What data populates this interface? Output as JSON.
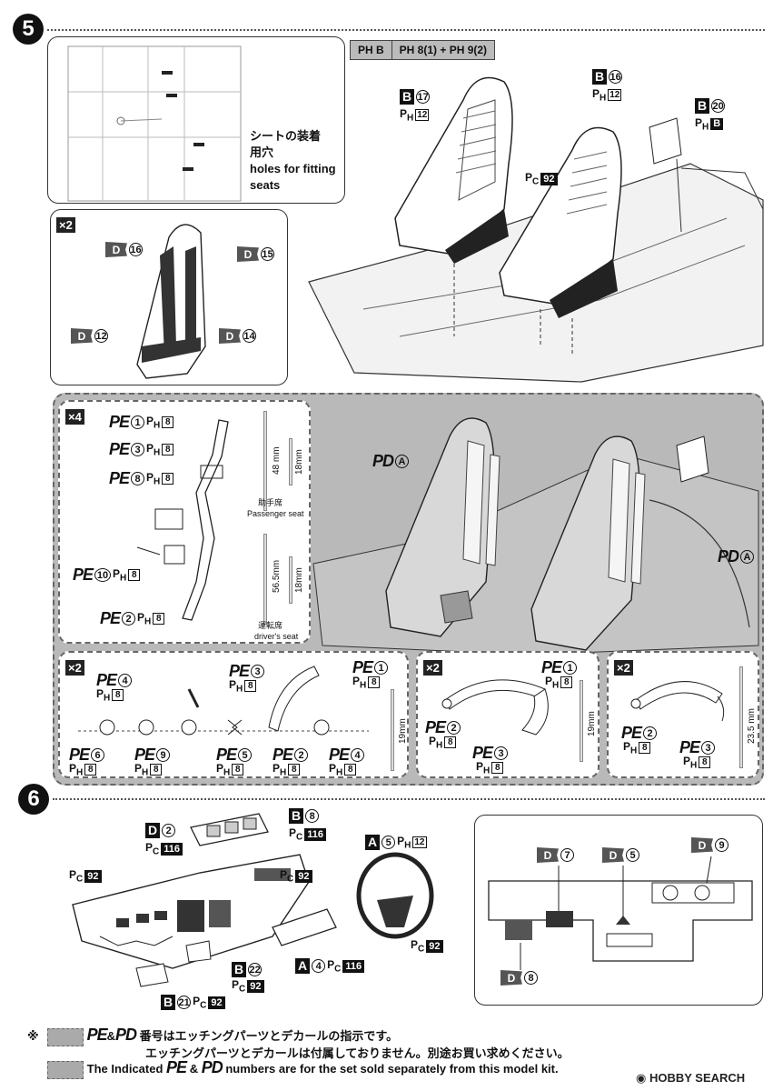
{
  "steps": {
    "s5": "5",
    "s6": "6"
  },
  "legend_top": {
    "left": "PH B",
    "right": "PH 8(1) + PH 9(2)"
  },
  "holes_note": {
    "jp1": "シートの装着",
    "jp2": "用穴",
    "en1": "holes for fitting",
    "en2": "seats"
  },
  "multipliers": {
    "x2": "×2",
    "x4": "×4"
  },
  "seat_parts": {
    "b17": "B",
    "b17n": "17",
    "b17ph": "12",
    "b16": "B",
    "b16n": "16",
    "b16ph": "12",
    "b20": "B",
    "b20n": "20",
    "b20ph": "B",
    "pc92": "92"
  },
  "harness_decals": {
    "d16": "16",
    "d15": "15",
    "d12": "12",
    "d14": "14"
  },
  "pe_parts": {
    "pe1": "1",
    "pe3": "3",
    "pe8": "8",
    "pe10": "10",
    "pe2": "2",
    "ph8": "8",
    "pe4": "4",
    "pe6": "6",
    "pe9": "9",
    "pe5": "5"
  },
  "measures": {
    "m48": "48 mm",
    "m18a": "18mm",
    "m565": "56.5mm",
    "m18b": "18mm",
    "m19a": "19mm",
    "m19b": "19mm",
    "m235": "23.5 mm"
  },
  "seat_labels": {
    "passenger_jp": "助手席",
    "passenger_en": "Passenger seat",
    "driver_jp": "運転席",
    "driver_en": "driver's seat"
  },
  "pd": {
    "pd_a1": "A",
    "pd_a2": "A"
  },
  "step6": {
    "d2": "2",
    "d2pc": "116",
    "b8": "8",
    "b8pc": "116",
    "a5": "5",
    "a5ph": "12",
    "pc92a": "92",
    "pc92b": "92",
    "pc92c": "92",
    "a4": "4",
    "a4pc": "116",
    "b22": "22",
    "b22pc": "92",
    "b21": "21",
    "b21pc": "92",
    "d7": "7",
    "d5": "5",
    "d9": "9",
    "d8": "8"
  },
  "footnote": {
    "mark": "※",
    "jp1_pre": "PE",
    "jp1_amp": "&",
    "jp1_pd": "PD",
    "jp1": "番号はエッチングパーツとデカールの指示です。",
    "jp2": "エッチングパーツとデカールは付属しておりません。別途お買い求めください。",
    "en_pre": "The Indicated",
    "en_pe": "PE",
    "en_amp": "&",
    "en_pd": "PD",
    "en_post": "numbers are for the set sold separately from this model kit."
  },
  "watermark": "HOBBY SEARCH"
}
